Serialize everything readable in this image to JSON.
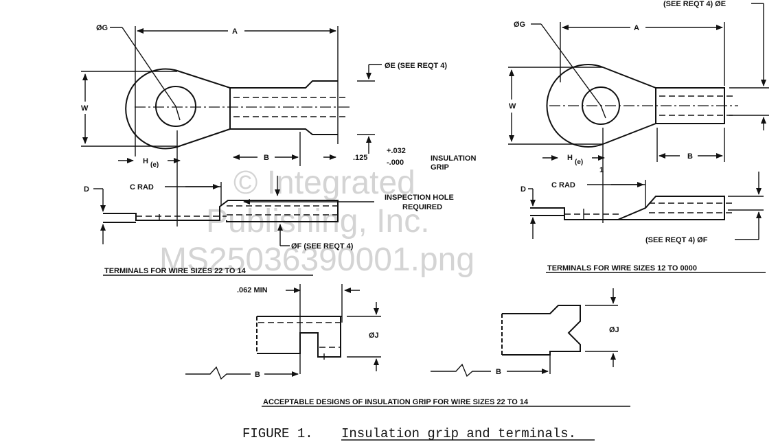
{
  "watermark": {
    "line1": "© Integrated",
    "line2": "Publishing, Inc.",
    "line3": "MS25036390001.png"
  },
  "view_left": {
    "dim_g": "ØG",
    "dim_a": "A",
    "dim_e_note": "ØE (SEE REQT 4)",
    "dim_w": "W",
    "dim_h": "H",
    "dim_h_sub": "(e)",
    "dim_b": "B",
    "dim_125": ".125",
    "tol_plus": "+.032",
    "tol_minus": "-.000",
    "insulation_grip": "INSULATION",
    "insulation_grip2": "GRIP",
    "dim_d": "D",
    "dim_c_rad": "C RAD",
    "inspection_hole": "INSPECTION HOLE",
    "inspection_hole2": "REQUIRED",
    "dim_f_note": "ØF (SEE REQT 4)",
    "title": "TERMINALS FOR WIRE SIZES 22 TO 14"
  },
  "view_right": {
    "dim_e_note": "(SEE REQT 4) ØE",
    "dim_g": "ØG",
    "dim_a": "A",
    "dim_w": "W",
    "dim_h": "H",
    "dim_h_sub": "(e)",
    "dim_b": "B",
    "dim_d": "D",
    "dim_c_rad": "C RAD",
    "dim_f_note": "(SEE REQT 4) ØF",
    "title": "TERMINALS FOR WIRE SIZES 12 TO 0000"
  },
  "view_grip": {
    "min_note": ".062 MIN",
    "dim_bj_left": "ØJ",
    "dim_b_left": "B",
    "dim_bj_right": "ØJ",
    "dim_b_right": "B",
    "title": "ACCEPTABLE DESIGNS OF INSULATION GRIP FOR WIRE SIZES 22 TO 14"
  },
  "figure": {
    "label": "FIGURE 1.",
    "caption": "Insulation grip and terminals."
  }
}
